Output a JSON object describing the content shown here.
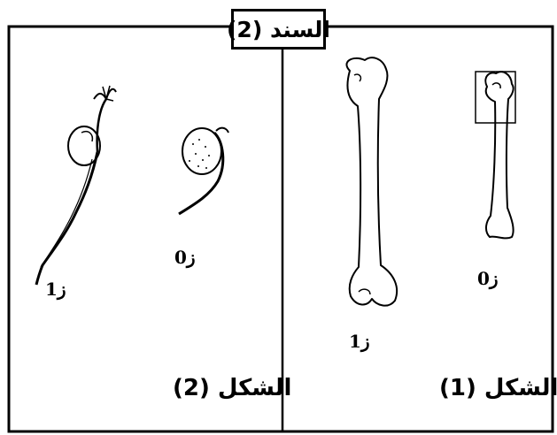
{
  "document": {
    "title": "السند (2)",
    "figure1": {
      "label": "الشكل (1)",
      "small_bone_label": "ز0",
      "large_bone_label": "ز1"
    },
    "figure2": {
      "label": "الشكل (2)",
      "seed_label": "ز0",
      "seedling_label": "ز1"
    }
  }
}
